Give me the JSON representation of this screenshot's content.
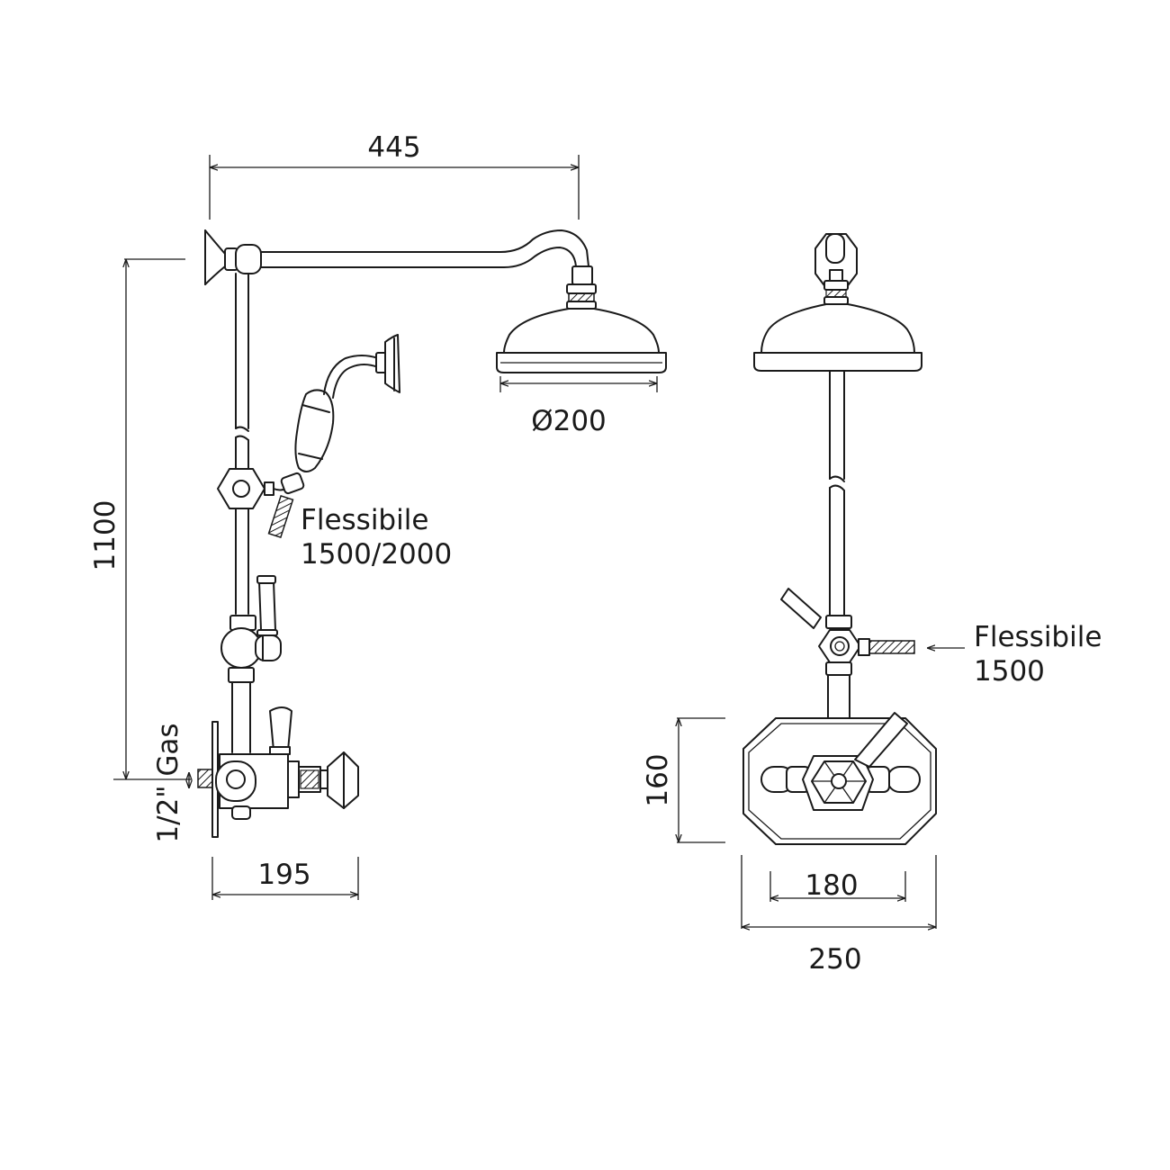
{
  "dimensions": {
    "arm_length": "445",
    "total_height": "1100",
    "head_diameter": "Ø200",
    "projection": "195",
    "inlet": "1/2\" Gas",
    "plate_height": "160",
    "inner_width": "180",
    "plate_width": "250"
  },
  "hose_side": {
    "line1": "Flessibile",
    "line2": "1500/2000"
  },
  "hose_front": {
    "line1": "Flessibile",
    "line2": "1500"
  },
  "colors": {
    "stroke": "#1a1a1a",
    "background": "#ffffff"
  }
}
